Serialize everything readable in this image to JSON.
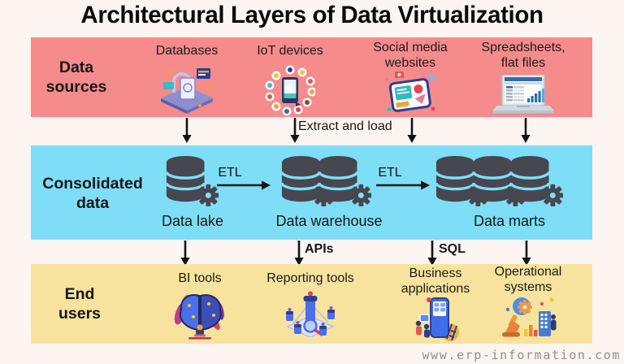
{
  "title": "Architectural Layers of Data Virtualization",
  "watermark": "www.erp-information.com",
  "colors": {
    "background": "#fdf5f2",
    "sources_band": "#f58b8b",
    "consolidated_band": "#7edef8",
    "end_users_band": "#f7e39d",
    "arrow": "#141414",
    "database_icon": "#47474f",
    "watermark_text": "#8f8f8f"
  },
  "flow": {
    "extract_and_load": "Extract and load",
    "etl": "ETL",
    "apis": "APIs",
    "sql": "SQL"
  },
  "bands": {
    "sources": {
      "label": "Data sources",
      "items": [
        {
          "label": "Databases",
          "icon": "databases-icon"
        },
        {
          "label": "IoT devices",
          "icon": "iot-devices-icon"
        },
        {
          "label": "Social media websites",
          "icon": "social-media-websites-icon"
        },
        {
          "label": "Spreadsheets, flat files",
          "icon": "spreadsheets-flat-files-icon"
        }
      ]
    },
    "consolidated": {
      "label": "Consolidated data",
      "items": [
        {
          "label": "Data lake",
          "cylinders": 1
        },
        {
          "label": "Data warehouse",
          "cylinders": 2
        },
        {
          "label": "Data marts",
          "cylinders": 3
        }
      ]
    },
    "end_users": {
      "label": "End users",
      "items": [
        {
          "label": "BI tools",
          "icon": "bi-tools-icon"
        },
        {
          "label": "Reporting tools",
          "icon": "reporting-tools-icon"
        },
        {
          "label": "Business applications",
          "icon": "business-applications-icon"
        },
        {
          "label": "Operational systems",
          "icon": "operational-systems-icon"
        }
      ]
    }
  }
}
